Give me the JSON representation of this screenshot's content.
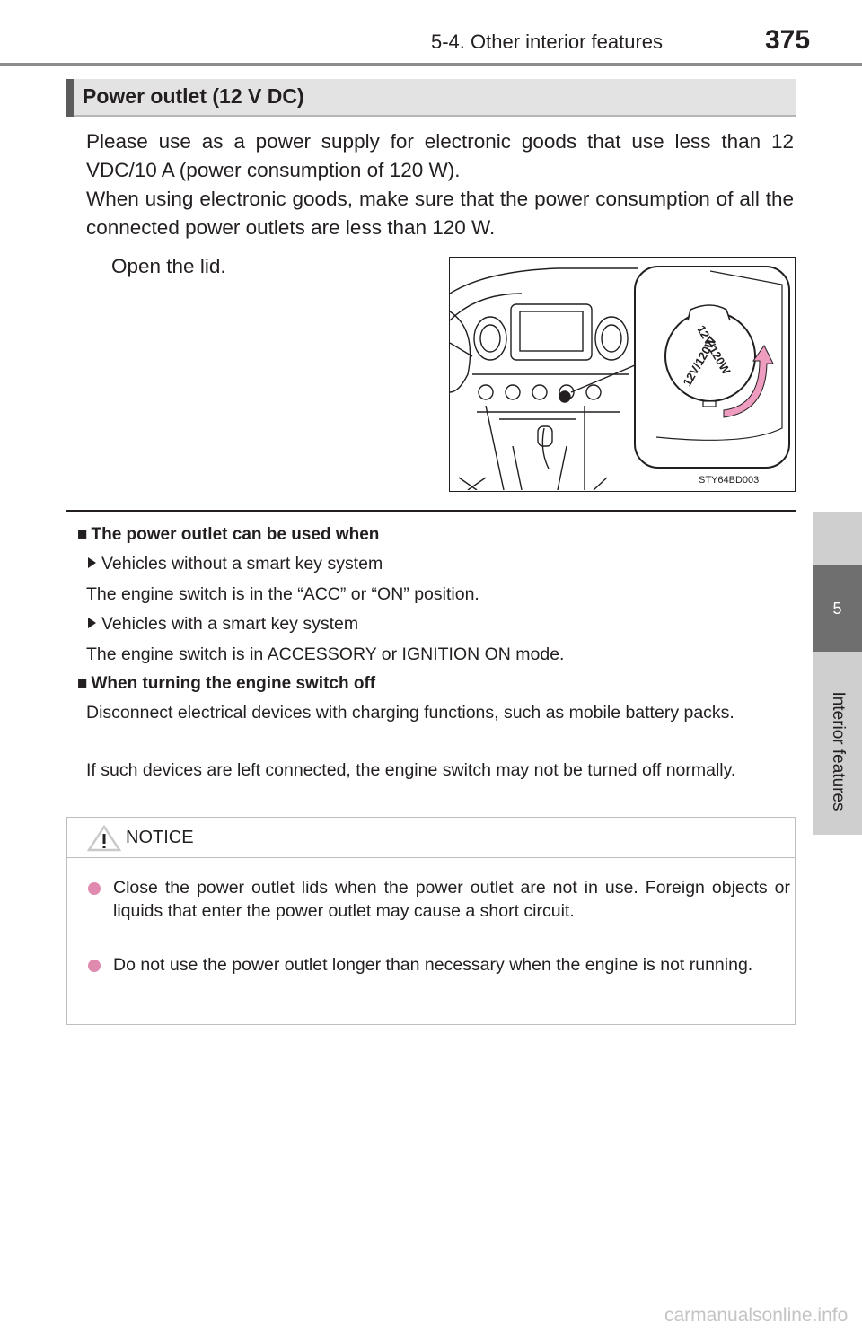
{
  "header": {
    "section": "5-4. Other interior features",
    "page_number": "375"
  },
  "side_tab": {
    "chapter_number": "5",
    "chapter_label": "Interior features"
  },
  "section_title": "Power outlet (12 V DC)",
  "intro": {
    "line1": "Please use as a power supply for electronic goods that use less than 12 VDC/10 A (power consumption of 120 W).",
    "line2": "When using electronic goods, make sure that the power consumption of all the connected power outlets are less than 120 W."
  },
  "step": "Open the lid.",
  "illustration": {
    "code": "STY64BD003",
    "cap_label_top": "12V/120W",
    "cap_label_bottom": "12V/120W"
  },
  "notes": [
    {
      "heading": "The power outlet can be used when",
      "items": [
        {
          "sub": "Vehicles without a smart key system",
          "text": "The engine switch is in the “ACC” or “ON” position."
        },
        {
          "sub": "Vehicles with a smart key system",
          "text": "The engine switch is in ACCESSORY or IGNITION ON mode."
        }
      ]
    },
    {
      "heading": "When turning the engine switch off",
      "paragraphs": [
        "Disconnect electrical devices with charging functions, such as mobile battery packs.",
        "If such devices are left connected, the engine switch may not be turned off normally."
      ]
    }
  ],
  "notice": {
    "title": "NOTICE",
    "items": [
      "Close the power outlet lids when the power outlet are not in use. Foreign objects or liquids that enter the power outlet may cause a short circuit.",
      "Do not use the power outlet longer than necessary when the engine is not running."
    ]
  },
  "watermark": "carmanualsonline.info",
  "colors": {
    "bullet": "#e08ab0",
    "title_bar": "#e3e3e3",
    "title_bar_accent": "#5b5b5b",
    "side_tab": "#cfcfcf",
    "side_tab_number": "#6f6f6f"
  }
}
